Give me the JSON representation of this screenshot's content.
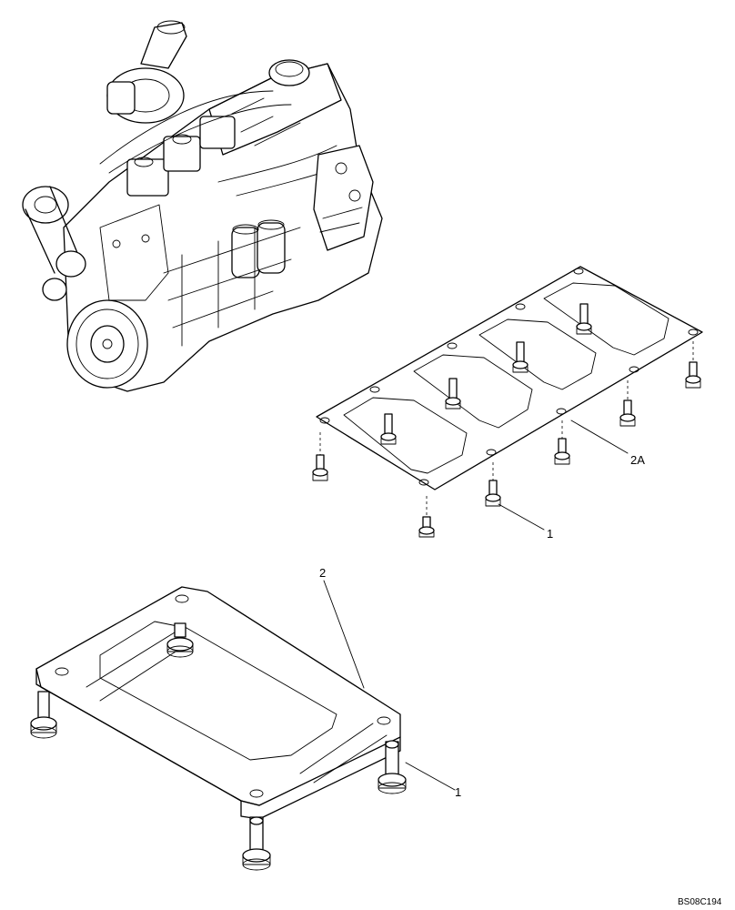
{
  "callouts": {
    "bolt_upper": "1",
    "gasket": "2A",
    "spacer_plate": "2",
    "bolt_lower": "1"
  },
  "reference_code": "BS08C194"
}
